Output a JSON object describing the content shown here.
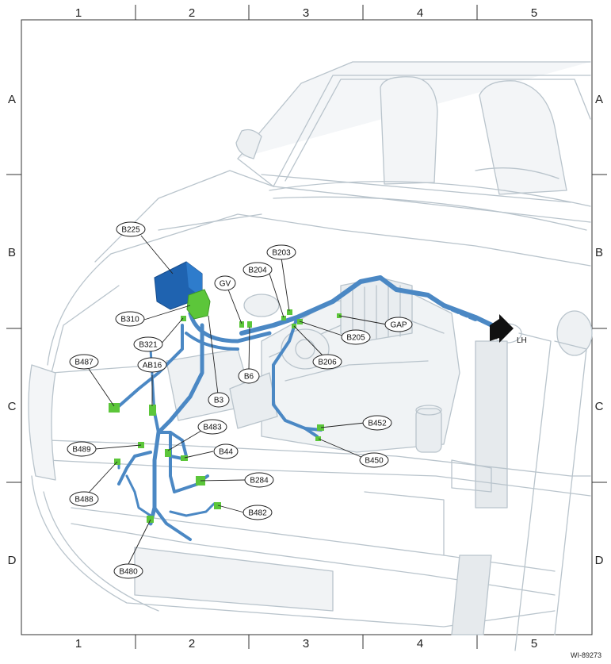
{
  "grid": {
    "columns": [
      "1",
      "2",
      "3",
      "4",
      "5"
    ],
    "rows": [
      "A",
      "B",
      "C",
      "D"
    ]
  },
  "callouts": {
    "b225": "B225",
    "gv": "GV",
    "b204": "B204",
    "b203": "B203",
    "b310": "B310",
    "b321": "B321",
    "gap": "GAP",
    "b205": "B205",
    "b206": "B206",
    "b6": "B6",
    "b3": "B3",
    "b487": "B487",
    "ab16": "AB16",
    "b483": "B483",
    "b452": "B452",
    "b489": "B489",
    "b44": "B44",
    "b450": "B450",
    "b284": "B284",
    "b488": "B488",
    "b482": "B482",
    "b480": "B480"
  },
  "direction_label": "LH",
  "reference_id": "WI-89273",
  "colors": {
    "harness": "#4b88c4",
    "harness_dark": "#2f6aa6",
    "connector": "#5cc63a",
    "module": "#1f63b0",
    "outline": "#b9c4cc",
    "frame": "#333333"
  }
}
